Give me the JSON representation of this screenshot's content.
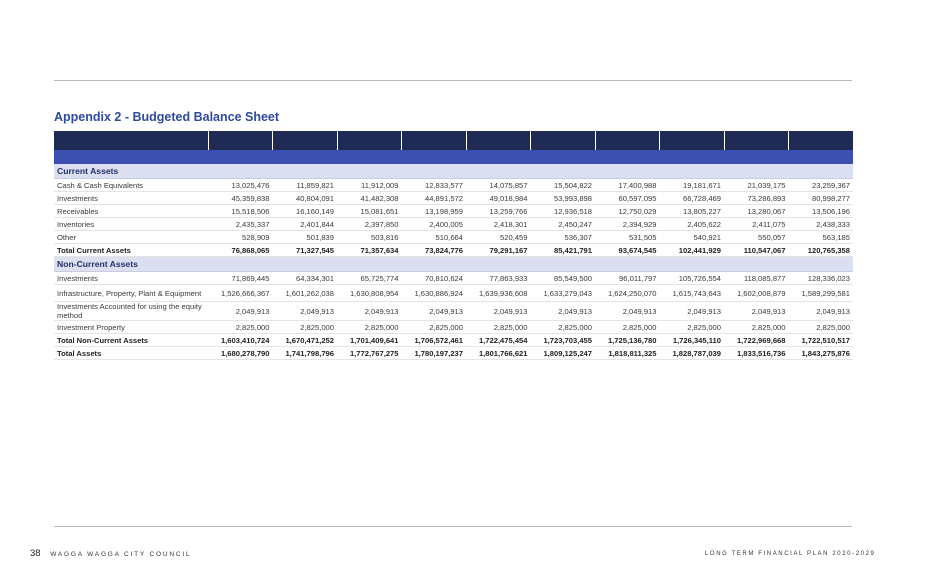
{
  "title": "Appendix 2 - Budgeted Balance Sheet",
  "footer": {
    "page_number": "38",
    "organisation": "WAGGA WAGGA CITY COUNCIL",
    "document": "LONG TERM FINANCIAL PLAN 2020-2029"
  },
  "sections": [
    {
      "heading": "Current Assets",
      "rows": [
        {
          "label": "Cash & Cash Equivalents",
          "values": [
            "13,025,476",
            "11,859,821",
            "11,912,009",
            "12,833,577",
            "14,075,857",
            "15,504,822",
            "17,400,988",
            "19,181,671",
            "21,039,175",
            "23,259,367"
          ]
        },
        {
          "label": "Investments",
          "values": [
            "45,359,838",
            "40,804,091",
            "41,482,308",
            "44,891,572",
            "49,018,984",
            "53,993,898",
            "60,597,095",
            "66,728,469",
            "73,286,893",
            "80,998,277"
          ]
        },
        {
          "label": "Receivables",
          "values": [
            "15,518,506",
            "16,160,149",
            "15,081,651",
            "13,198,959",
            "13,259,766",
            "12,936,518",
            "12,750,029",
            "13,805,227",
            "13,280,067",
            "13,506,196"
          ]
        },
        {
          "label": "Inventories",
          "values": [
            "2,435,337",
            "2,401,844",
            "2,397,850",
            "2,400,005",
            "2,418,301",
            "2,450,247",
            "2,394,929",
            "2,405,622",
            "2,411,075",
            "2,438,333"
          ]
        },
        {
          "label": "Other",
          "values": [
            "528,909",
            "501,839",
            "503,816",
            "510,664",
            "520,459",
            "536,307",
            "531,505",
            "540,921",
            "550,057",
            "563,185"
          ]
        },
        {
          "label": "Total Current Assets",
          "total": true,
          "values": [
            "76,868,065",
            "71,327,545",
            "71,357,634",
            "73,824,776",
            "79,291,167",
            "85,421,791",
            "93,674,545",
            "102,441,929",
            "110,547,067",
            "120,765,358"
          ]
        }
      ]
    },
    {
      "heading": "Non-Current Assets",
      "rows": [
        {
          "label": "Investments",
          "values": [
            "71,869,445",
            "64,334,301",
            "65,725,774",
            "70,810,624",
            "77,863,933",
            "85,549,500",
            "96,011,797",
            "105,726,554",
            "118,085,877",
            "128,336,023"
          ]
        },
        {
          "label": "Infrastructure, Property, Plant & Equipment",
          "tall": true,
          "values": [
            "1,526,666,367",
            "1,601,262,038",
            "1,630,808,954",
            "1,630,886,924",
            "1,639,936,608",
            "1,633,279,043",
            "1,624,250,070",
            "1,615,743,643",
            "1,602,008,879",
            "1,589,299,581"
          ]
        },
        {
          "label": "Investments Accounted for using the equity method",
          "tall": true,
          "values": [
            "2,049,913",
            "2,049,913",
            "2,049,913",
            "2,049,913",
            "2,049,913",
            "2,049,913",
            "2,049,913",
            "2,049,913",
            "2,049,913",
            "2,049,913"
          ]
        },
        {
          "label": "Investment Property",
          "values": [
            "2,825,000",
            "2,825,000",
            "2,825,000",
            "2,825,000",
            "2,825,000",
            "2,825,000",
            "2,825,000",
            "2,825,000",
            "2,825,000",
            "2,825,000"
          ]
        },
        {
          "label": "Total Non-Current Assets",
          "total": true,
          "values": [
            "1,603,410,724",
            "1,670,471,252",
            "1,701,409,641",
            "1,706,572,461",
            "1,722,475,454",
            "1,723,703,455",
            "1,725,136,780",
            "1,726,345,110",
            "1,722,969,668",
            "1,722,510,517"
          ]
        },
        {
          "label": "Total Assets",
          "total": true,
          "values": [
            "1,680,278,790",
            "1,741,798,796",
            "1,772,767,275",
            "1,780,197,237",
            "1,801,766,621",
            "1,809,125,247",
            "1,818,811,325",
            "1,828,787,039",
            "1,833,516,736",
            "1,843,275,876"
          ]
        }
      ]
    }
  ]
}
